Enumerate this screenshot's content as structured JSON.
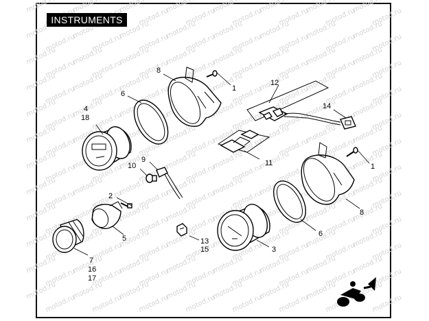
{
  "title": "INSTRUMENTS",
  "watermark": "motod.ru",
  "callouts": {
    "c1a": "1",
    "c1b": "1",
    "c2": "2",
    "c3": "3",
    "c4": "4",
    "c18": "18",
    "c5": "5",
    "c6a": "6",
    "c6b": "6",
    "c7": "7",
    "c16": "16",
    "c17": "17",
    "c8a": "8",
    "c8b": "8",
    "c9": "9",
    "c10": "10",
    "c11": "11",
    "c12": "12",
    "c13": "13",
    "c15": "15",
    "c14": "14"
  },
  "logo_icon": "motorcycle-rider-logo-icon"
}
